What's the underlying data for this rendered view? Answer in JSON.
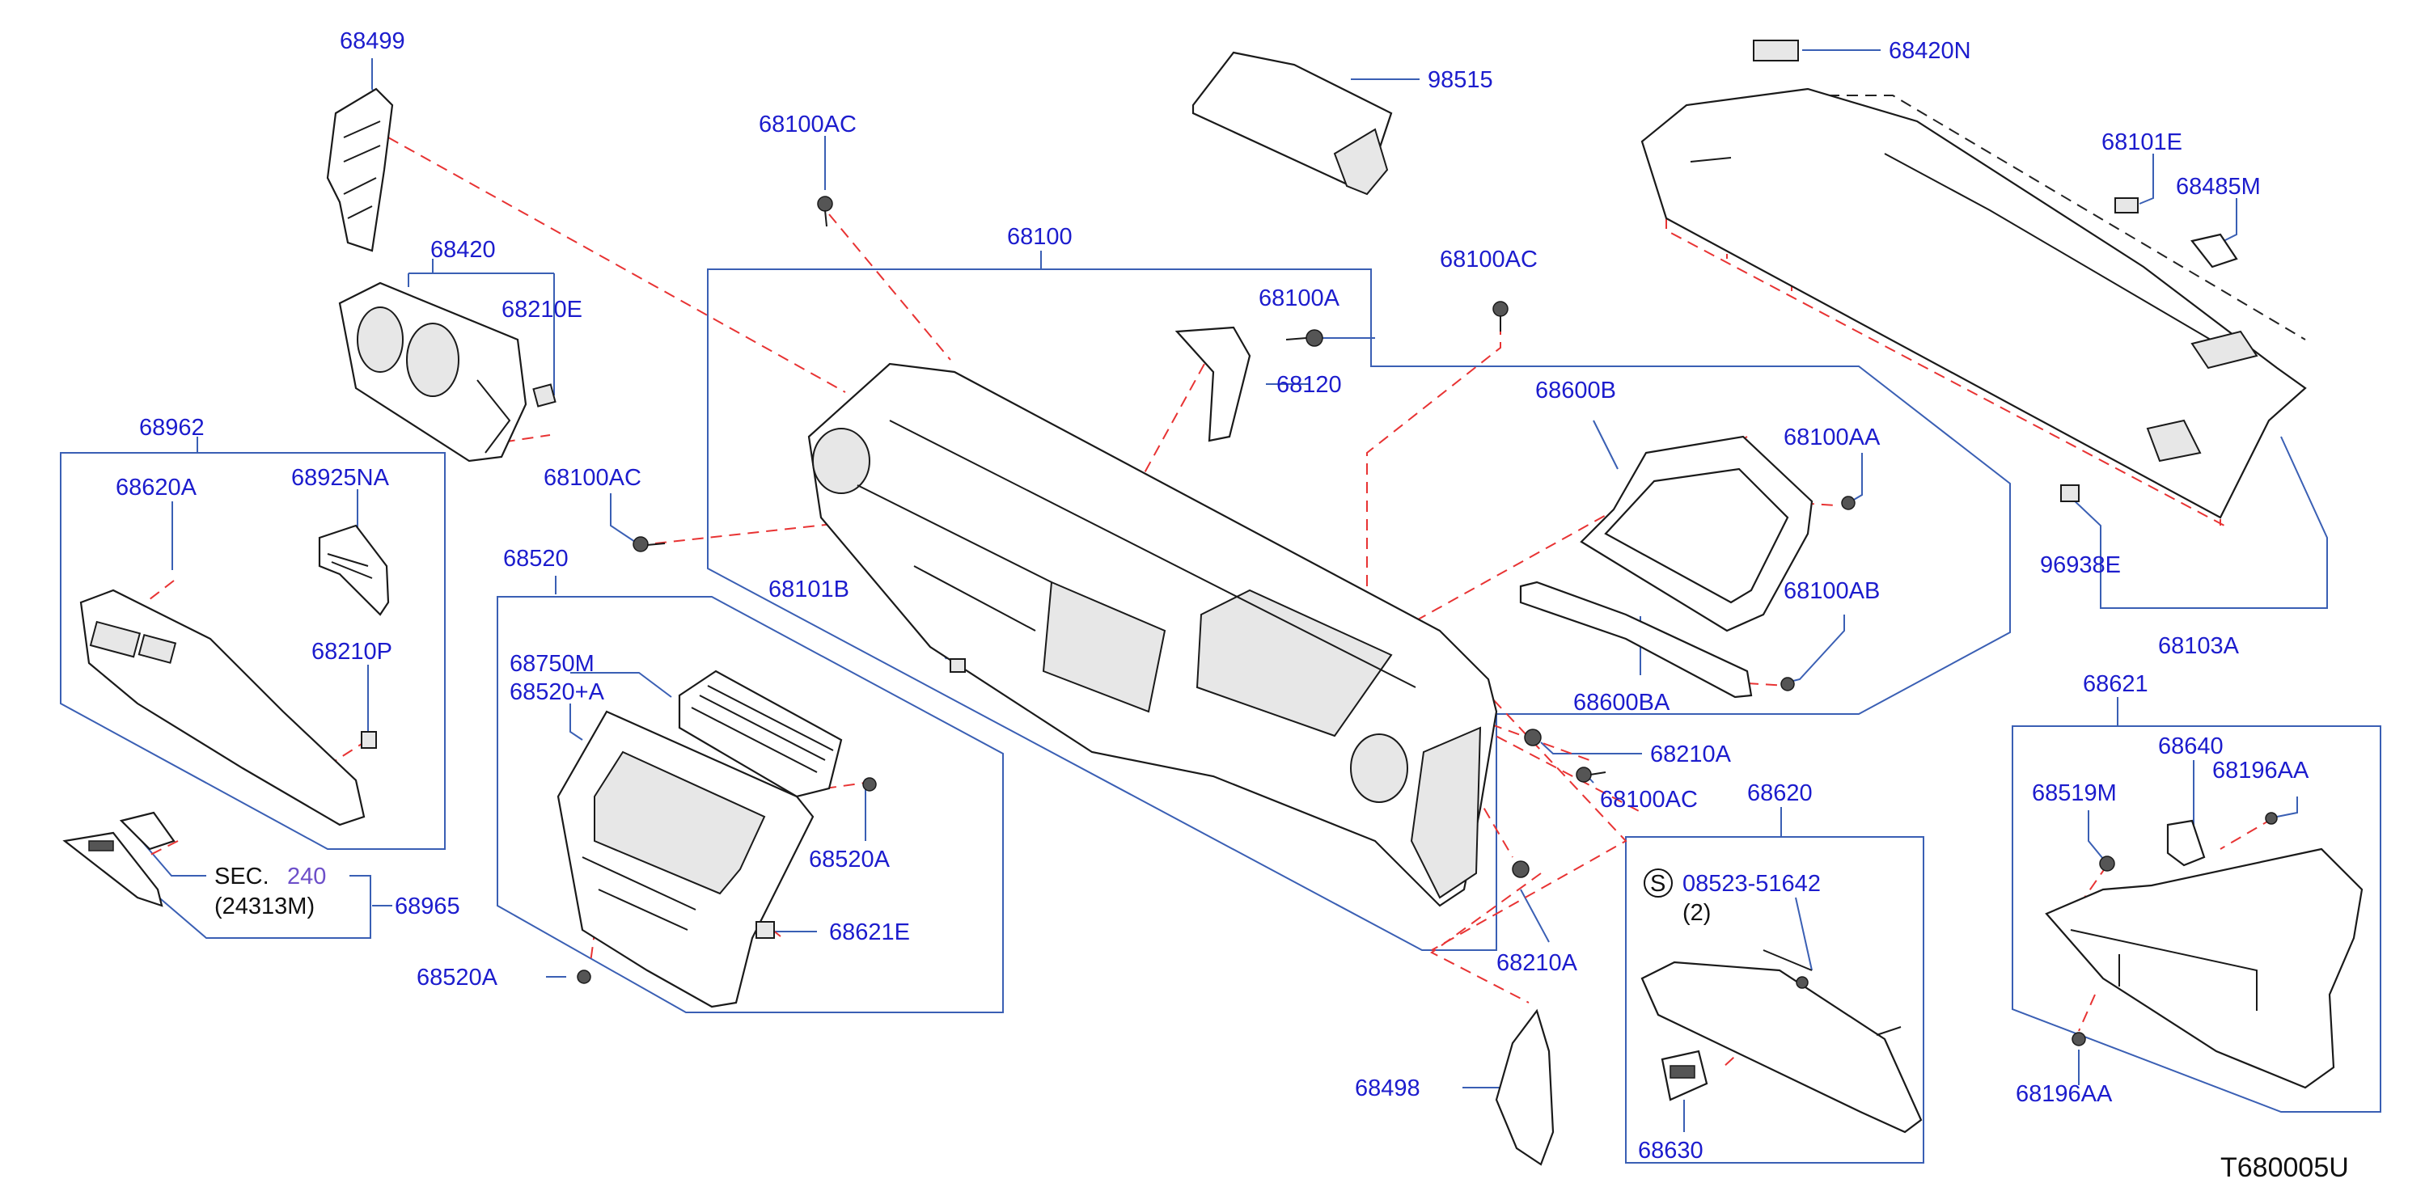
{
  "labels": {
    "p68499": "68499",
    "p68420": "68420",
    "p68210E": "68210E",
    "p68962": "68962",
    "p68620A": "68620A",
    "p68925NA": "68925NA",
    "p68210P": "68210P",
    "sec_prefix": "SEC.",
    "sec_number": "240",
    "sec_sub": "(24313M)",
    "p68965": "68965",
    "p68100AC_a": "68100AC",
    "p68100AC_b": "68100AC",
    "p68100AC_c": "68100AC",
    "p68100AC_d": "68100AC",
    "p68100": "68100",
    "p98515": "98515",
    "p68100A": "68100A",
    "p68120": "68120",
    "p68101B": "68101B",
    "p68520": "68520",
    "p68750M": "68750M",
    "p68520plusA": "68520+A",
    "p68520A_a": "68520A",
    "p68520A_b": "68520A",
    "p68621E": "68621E",
    "p68600B": "68600B",
    "p68100AA": "68100AA",
    "p68100AB": "68100AB",
    "p68600BA": "68600BA",
    "p68210A_a": "68210A",
    "p68210A_b": "68210A",
    "p68620": "68620",
    "screw_circle": "S",
    "screw_code": "08523-51642",
    "screw_qty": "(2)",
    "p68630": "68630",
    "p68498": "68498",
    "p68420N": "68420N",
    "p68101E": "68101E",
    "p68485M": "68485M",
    "p96938E": "96938E",
    "p68103A": "68103A",
    "p68621": "68621",
    "p68640": "68640",
    "p68196AA_a": "68196AA",
    "p68196AA_b": "68196AA",
    "p68519M": "68519M",
    "diagram_code": "T680005U"
  },
  "colors": {
    "label_blue": "#1c1ccd",
    "section_purple": "#6d4fc9",
    "leader_blue": "#3a5fb4",
    "dash_red": "#e83333"
  }
}
